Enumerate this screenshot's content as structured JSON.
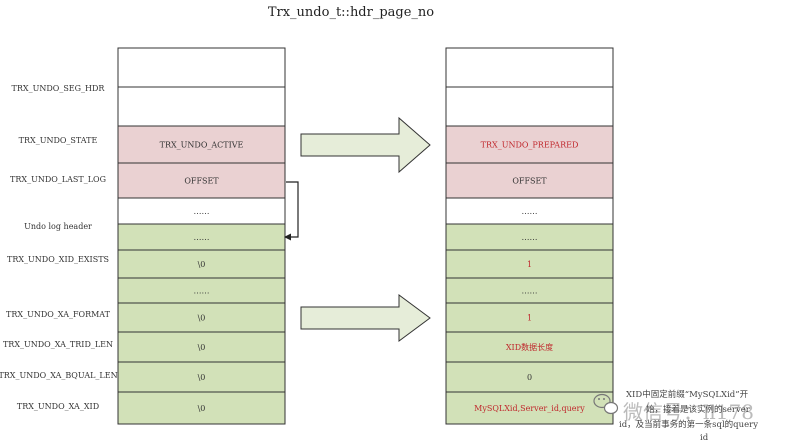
{
  "title": "Trx_undo_t::hdr_page_no",
  "row_labels": [
    "",
    "TRX_UNDO_SEG_HDR",
    "",
    "TRX_UNDO_STATE",
    "TRX_UNDO_LAST_LOG",
    "",
    "Undo log header",
    "TRX_UNDO_XID_EXISTS",
    "",
    "TRX_UNDO_XA_FORMAT",
    "TRX_UNDO_XA_TRID_LEN",
    "TRX_UNDO_XA_BQUAL_LEN",
    "TRX_UNDO_XA_XID"
  ],
  "left_cells": [
    "",
    "",
    "TRX_UNDO_ACTIVE",
    "OFFSET",
    "……",
    "……",
    "\\0",
    "……",
    "\\0",
    "\\0",
    "\\0",
    "\\0"
  ],
  "right_cells": [
    "",
    "",
    "TRX_UNDO_PREPARED",
    "OFFSET",
    "……",
    "……",
    "1",
    "……",
    "1",
    "XID数据长度",
    "0",
    "MySQLXid,Server_id,query"
  ],
  "cell_fills": [
    "white",
    "white",
    "pink",
    "pink",
    "white",
    "green",
    "green",
    "green",
    "green",
    "green",
    "green",
    "green"
  ],
  "right_text_colors": [
    "dark",
    "dark",
    "red",
    "dark",
    "dark",
    "dark",
    "red",
    "dark",
    "red",
    "red",
    "dark",
    "red"
  ],
  "colors": {
    "white": "#ffffff",
    "pink": "#ead1d2",
    "green": "#d2e1b8",
    "arrow_fill": "#e6edd9",
    "red_text": "#c0282d",
    "dark_text": "#333333",
    "border": "#333333"
  },
  "watermark": {
    "lines": [
      "XID中固定前缀“MySQLXid”开",
      "始，接着是该实例的server",
      "id，及当前事务的第一条sql的query",
      "id"
    ],
    "brand": "微信号：ll178"
  }
}
